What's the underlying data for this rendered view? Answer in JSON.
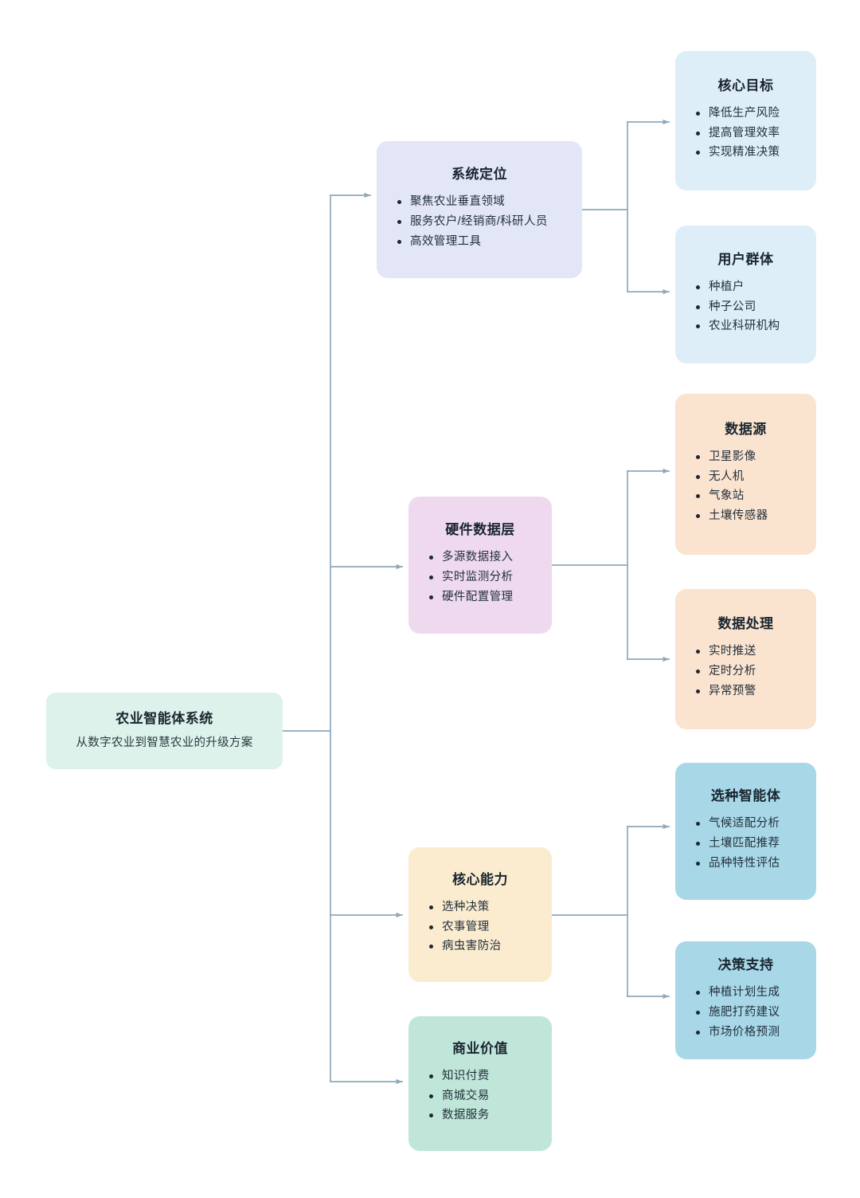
{
  "diagram": {
    "title": "农业智能体系统",
    "subtitle": "从数字农业到智慧农业的升级方案",
    "type": "mindmap",
    "root": {
      "id": "root",
      "title": "农业智能体系统",
      "subtitle": "从数字农业到智慧农业的升级方案",
      "color": "#ddf2ea"
    },
    "branches": [
      {
        "id": "system-positioning",
        "title": "系统定位",
        "color": "#e2e6f7",
        "items": [
          "聚焦农业垂直领域",
          "服务农户/经销商/科研人员",
          "高效管理工具"
        ],
        "children": [
          {
            "id": "core-goal",
            "title": "核心目标",
            "color": "#ddeef9",
            "items": [
              "降低生产风险",
              "提高管理效率",
              "实现精准决策"
            ]
          },
          {
            "id": "user-groups",
            "title": "用户群体",
            "color": "#ddeef9",
            "items": [
              "种植户",
              "种子公司",
              "农业科研机构"
            ]
          }
        ]
      },
      {
        "id": "hardware-data-layer",
        "title": "硬件数据层",
        "color": "#eed9ef",
        "items": [
          "多源数据接入",
          "实时监测分析",
          "硬件配置管理"
        ],
        "children": [
          {
            "id": "data-source",
            "title": "数据源",
            "color": "#fae3cf",
            "items": [
              "卫星影像",
              "无人机",
              "气象站",
              "土壤传感器"
            ]
          },
          {
            "id": "data-processing",
            "title": "数据处理",
            "color": "#fae3cf",
            "items": [
              "实时推送",
              "定时分析",
              "异常预警"
            ]
          }
        ]
      },
      {
        "id": "core-capability",
        "title": "核心能力",
        "color": "#fbecd0",
        "items": [
          "选种决策",
          "农事管理",
          "病虫害防治"
        ],
        "children": [
          {
            "id": "breeding-agent",
            "title": "选种智能体",
            "color": "#a8d8e8",
            "items": [
              "气候适配分析",
              "土壤匹配推荐",
              "品种特性评估"
            ]
          },
          {
            "id": "decision-support",
            "title": "决策支持",
            "color": "#a8d8e8",
            "items": [
              "种植计划生成",
              "施肥打药建议",
              "市场价格预测"
            ]
          }
        ]
      },
      {
        "id": "business-value",
        "title": "商业价值",
        "color": "#bfe6d8",
        "items": [
          "知识付费",
          "商城交易",
          "数据服务"
        ],
        "children": []
      }
    ],
    "connector_color": "#8fa8bb"
  }
}
